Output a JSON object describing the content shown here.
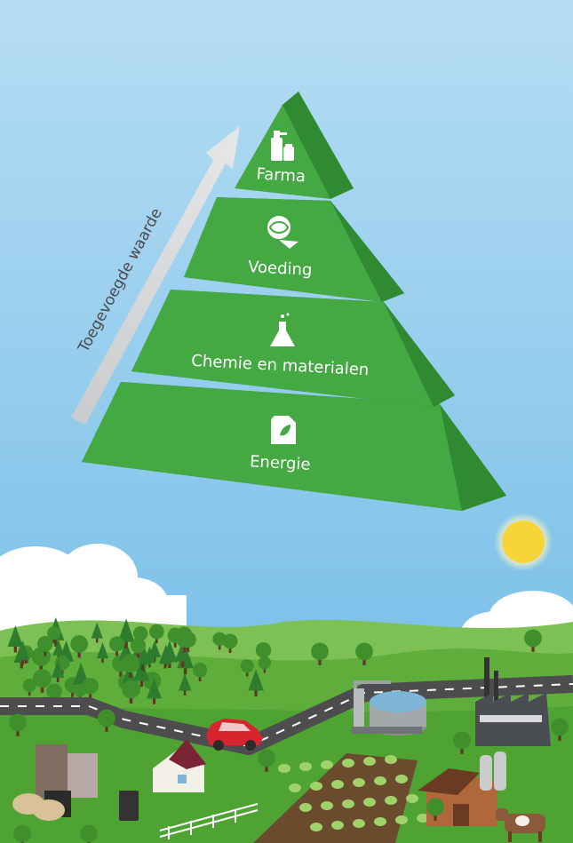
{
  "arrow": {
    "label": "Toegevoegde waarde"
  },
  "pyramid": {
    "tiers": [
      {
        "label": "Farma",
        "icon": "pharma-bottle-icon"
      },
      {
        "label": "Voeding",
        "icon": "food-cabbage-icon"
      },
      {
        "label": "Chemie en materialen",
        "icon": "chemistry-flask-icon"
      },
      {
        "label": "Energie",
        "icon": "fuel-jerrycan-icon"
      }
    ]
  },
  "colors": {
    "sky_top": "#a9d8f2",
    "sky_bottom": "#6fbce8",
    "pyramid_front": "#44a843",
    "pyramid_side": "#2f8a32",
    "pyramid_top": "#5cbf54",
    "hills": "#5fae3c",
    "ground": "#4fa333",
    "road": "#4d4d4f",
    "sun": "#f7d43a",
    "car": "#d7252f"
  }
}
